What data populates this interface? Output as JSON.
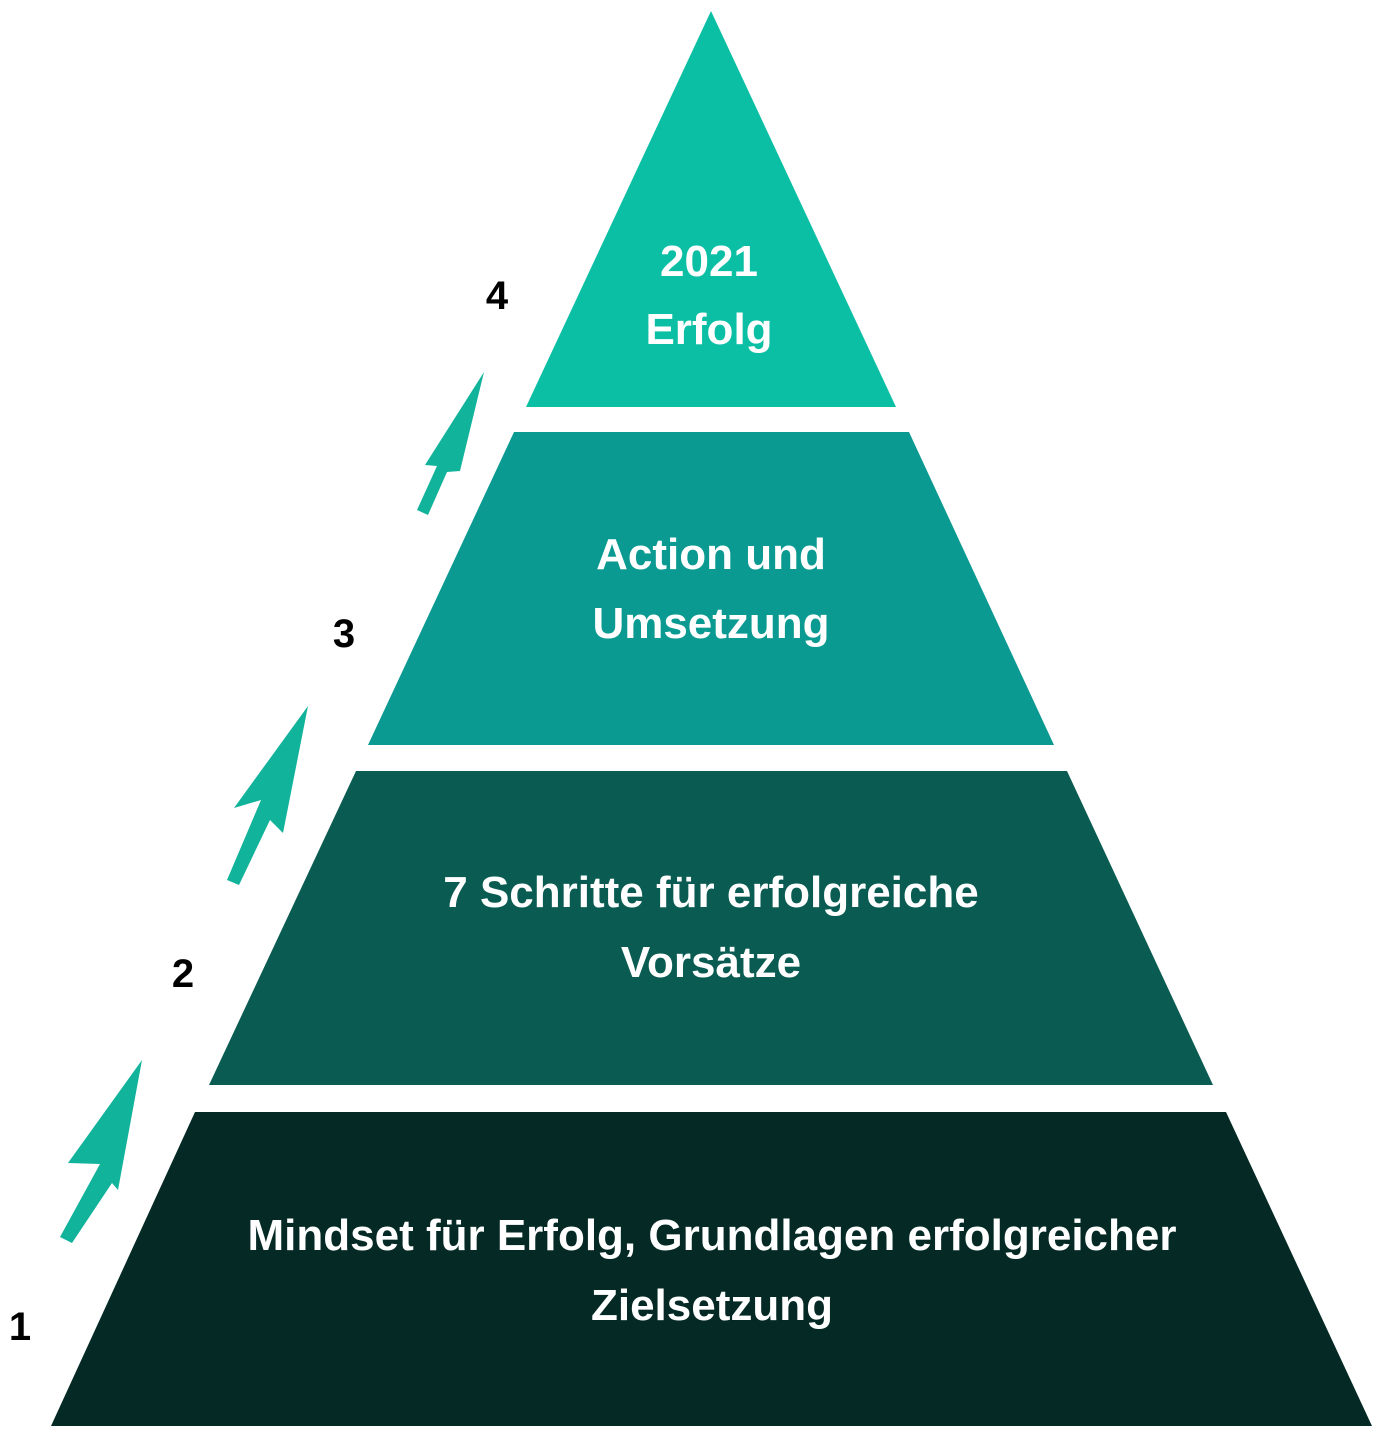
{
  "tiers": [
    {
      "lines": [
        "Mindset für Erfolg, Grundlagen erfolgreicher",
        "Zielsetzung"
      ],
      "color": "#052a25"
    },
    {
      "lines": [
        "7 Schritte für erfolgreiche",
        "Vorsätze"
      ],
      "color": "#0a5c52"
    },
    {
      "lines": [
        "Action und",
        "Umsetzung"
      ],
      "color": "#0a9a91"
    },
    {
      "lines": [
        "2021",
        "Erfolg"
      ],
      "color": "#0bbfa5"
    }
  ],
  "steps": [
    "1",
    "2",
    "3",
    "4"
  ],
  "arrow_color": "#12b39b"
}
